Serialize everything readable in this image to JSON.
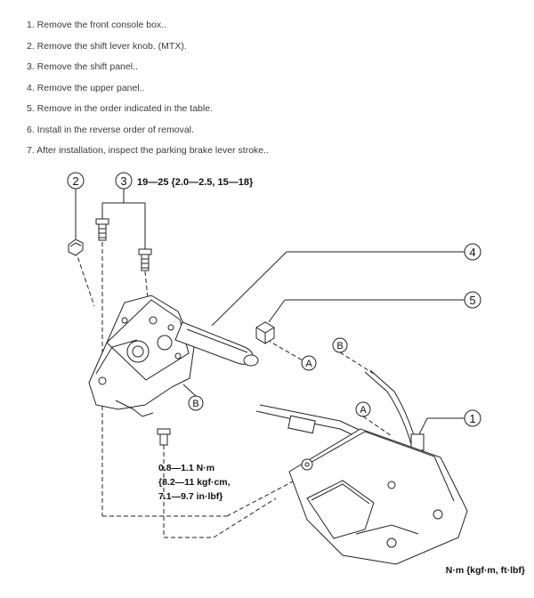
{
  "steps": [
    "1. Remove the front console box..",
    "2. Remove the shift lever knob. (MTX).",
    "3. Remove the shift panel..",
    "4. Remove the upper panel..",
    "5. Remove in the order indicated in the table.",
    "6. Install in the reverse order of removal.",
    "7. After installation, inspect the parking brake lever stroke.."
  ],
  "callouts": {
    "c1": "1",
    "c2": "2",
    "c3": "3",
    "c4": "4",
    "c5": "5",
    "a1": "A",
    "a2": "A",
    "b1": "B",
    "b2": "B"
  },
  "torque": {
    "main": "19—25 {2.0—2.5, 15—18}",
    "small_line1": "0.8—1.1 N·m",
    "small_line2": "{8.2—11 kgf·cm,",
    "small_line3": "7.1—9.7 in·lbf}",
    "units": "N·m {kgf·m, ft·lbf}"
  }
}
